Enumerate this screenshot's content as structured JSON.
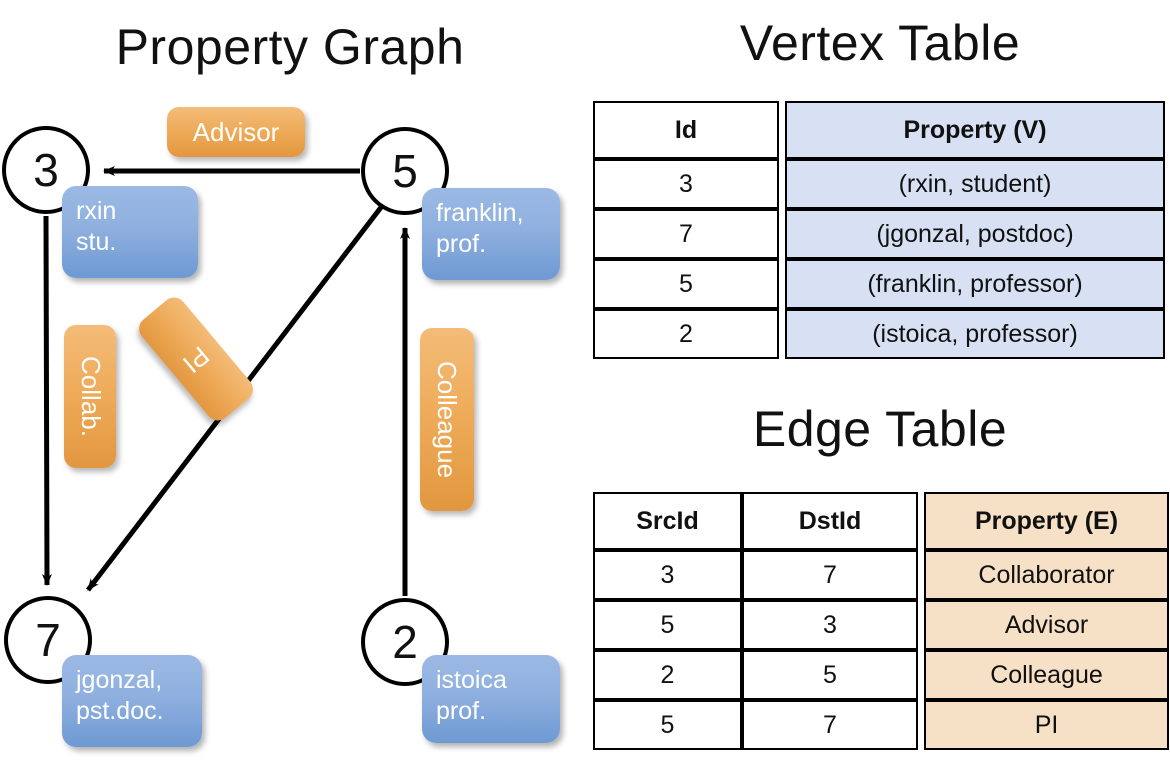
{
  "titles": {
    "property_graph": "Property Graph",
    "vertex_table": "Vertex Table",
    "edge_table": "Edge Table"
  },
  "colors": {
    "vertex_property_fill": "#d7e1f3",
    "edge_property_fill": "#f6e0c6",
    "node_box_blue": "#8fb0df",
    "edge_label_orange": "#eeaa58",
    "stroke": "#000000",
    "background": "#ffffff"
  },
  "graph": {
    "nodes": [
      {
        "id": "3",
        "name": "node-3",
        "property_line1": "rxin",
        "property_line2": "stu."
      },
      {
        "id": "5",
        "name": "node-5",
        "property_line1": "franklin,",
        "property_line2": "prof."
      },
      {
        "id": "7",
        "name": "node-7",
        "property_line1": "jgonzal,",
        "property_line2": "pst.doc."
      },
      {
        "id": "2",
        "name": "node-2",
        "property_line1": "istoica",
        "property_line2": "prof."
      }
    ],
    "edge_labels": [
      {
        "name": "advisor",
        "text": "Advisor",
        "orientation": "horizontal"
      },
      {
        "name": "collab",
        "text": "Collab.",
        "orientation": "vertical"
      },
      {
        "name": "pi",
        "text": "PI",
        "orientation": "diagonal"
      },
      {
        "name": "colleague",
        "text": "Colleague",
        "orientation": "vertical"
      }
    ],
    "edges": [
      {
        "from": "5",
        "to": "3",
        "label": "Advisor"
      },
      {
        "from": "3",
        "to": "7",
        "label": "Collab."
      },
      {
        "from": "5",
        "to": "7",
        "label": "PI"
      },
      {
        "from": "2",
        "to": "5",
        "label": "Colleague"
      }
    ]
  },
  "vertex_table": {
    "headers": [
      "Id",
      "Property (V)"
    ],
    "rows": [
      {
        "id": "3",
        "property": "(rxin, student)"
      },
      {
        "id": "7",
        "property": "(jgonzal, postdoc)"
      },
      {
        "id": "5",
        "property": "(franklin, professor)"
      },
      {
        "id": "2",
        "property": "(istoica, professor)"
      }
    ]
  },
  "edge_table": {
    "headers": [
      "SrcId",
      "DstId",
      "Property (E)"
    ],
    "rows": [
      {
        "src": "3",
        "dst": "7",
        "property": "Collaborator"
      },
      {
        "src": "5",
        "dst": "3",
        "property": "Advisor"
      },
      {
        "src": "2",
        "dst": "5",
        "property": "Colleague"
      },
      {
        "src": "5",
        "dst": "7",
        "property": "PI"
      }
    ]
  }
}
